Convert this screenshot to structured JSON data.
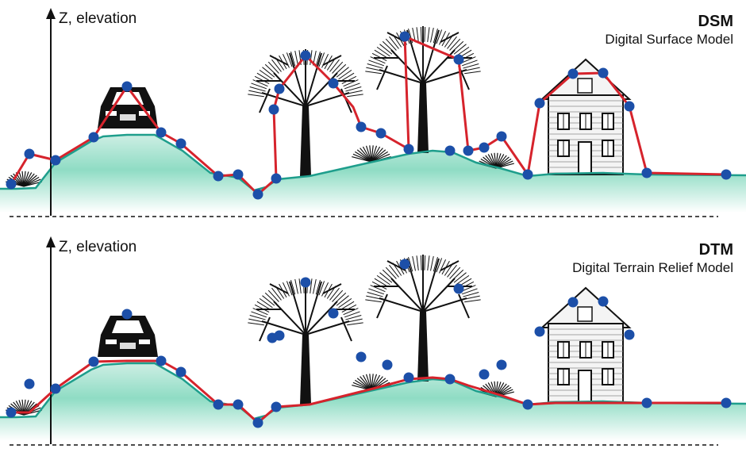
{
  "colors": {
    "terrain_fill_top": "#cdeee4",
    "terrain_fill_bottom": "#5fc9aa",
    "terrain_line": "#1e9e8c",
    "profile_line": "#d6232c",
    "sample_point": "#1c4fa8",
    "object_ink": "#111111"
  },
  "icons": [
    "car-icon",
    "tree-icon",
    "shrub-icon",
    "house-icon",
    "axis-arrow-icon"
  ],
  "panels": [
    {
      "id": "dsm",
      "axis_label": "Z, elevation",
      "title": "DSM",
      "subtitle": "Digital Surface Model"
    },
    {
      "id": "dtm",
      "axis_label": "Z, elevation",
      "title": "DTM",
      "subtitle": "Digital Terrain Relief Model"
    }
  ]
}
